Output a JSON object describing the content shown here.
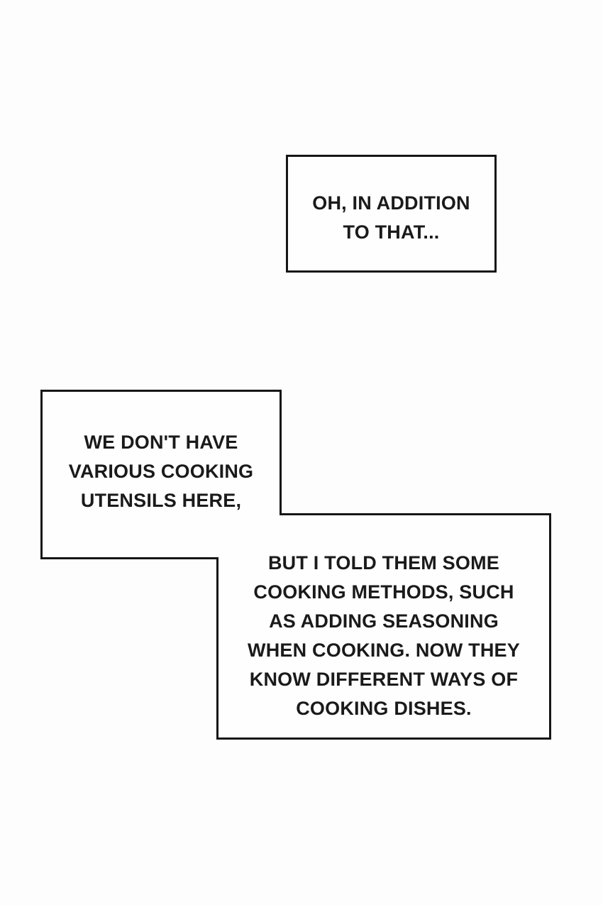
{
  "page": {
    "background_color": "#fdfdfd",
    "bubble_fill_color": "#fefefe",
    "outline_color": "#161616",
    "text_color": "#1a1a1a"
  },
  "bubbles": [
    {
      "name": "speech-bubble-top",
      "text": "OH, IN ADDITION\nTO THAT..."
    },
    {
      "name": "speech-bubble-left",
      "text": "WE DON'T HAVE\nVARIOUS COOKING\nUTENSILS HERE,"
    },
    {
      "name": "speech-bubble-right",
      "text": "BUT I TOLD THEM SOME\nCOOKING METHODS, SUCH\nAS ADDING SEASONING\nWHEN COOKING. NOW THEY\nKNOW DIFFERENT WAYS OF\nCOOKING DISHES."
    }
  ]
}
